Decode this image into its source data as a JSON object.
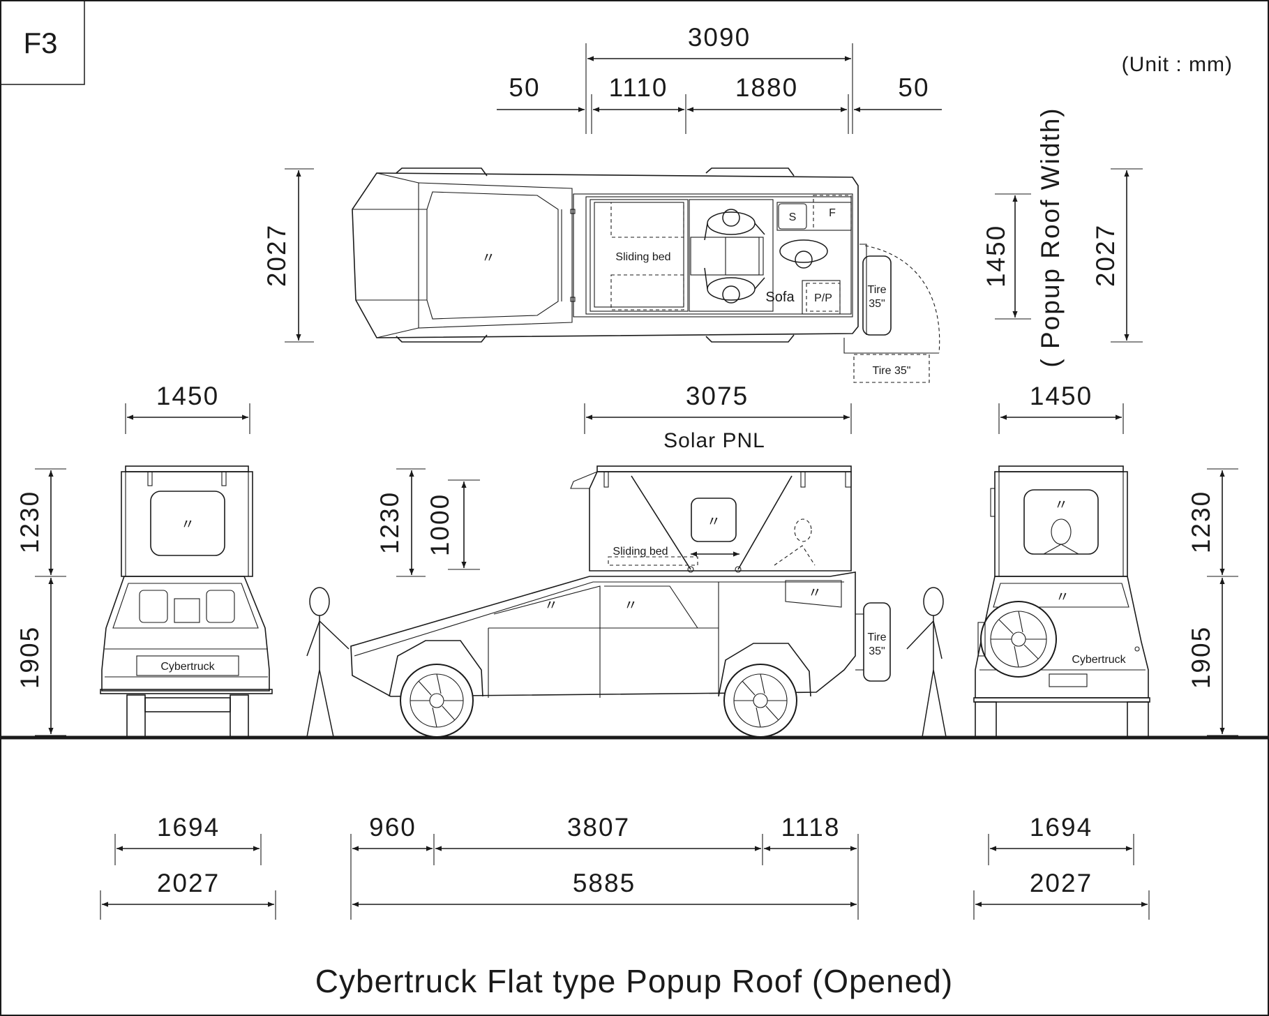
{
  "drawing_id": "F3",
  "unit_note": "(Unit : mm)",
  "title": "Cybertruck Flat type Popup Roof (Opened)",
  "top_view": {
    "overall_length": "3090",
    "segments": [
      "50",
      "1110",
      "1880",
      "50"
    ],
    "width_left": "2027",
    "popup_roof_width": "1450",
    "popup_roof_width_label": "( Popup Roof Width)",
    "width_right": "2027",
    "labels": {
      "sliding_bed": "Sliding bed",
      "sofa": "Sofa",
      "sink": "S",
      "fridge": "F",
      "pp": "P/P",
      "tire_line1": "Tire",
      "tire_line2": "35\"",
      "tire_swing": "Tire 35\""
    }
  },
  "middle": {
    "front_roof_width": "1450",
    "solar_panel_length": "3075",
    "solar_panel_label": "Solar PNL",
    "rear_roof_width": "1450",
    "roof_height_left": "1230",
    "body_height_left": "1905",
    "roof_height_side": "1230",
    "interior_height": "1000",
    "roof_height_right": "1230",
    "body_height_right": "1905",
    "brand_front": "Cybertruck",
    "brand_rear": "Cybertruck",
    "sliding_bed_label": "Sliding bed",
    "tire_line1": "Tire",
    "tire_line2": "35\"",
    "glass_mark": "〃"
  },
  "bottom": {
    "front_track": "1694",
    "front_width": "2027",
    "side_segments": [
      "960",
      "3807",
      "1118"
    ],
    "overall_length": "5885",
    "rear_track": "1694",
    "rear_width": "2027"
  }
}
